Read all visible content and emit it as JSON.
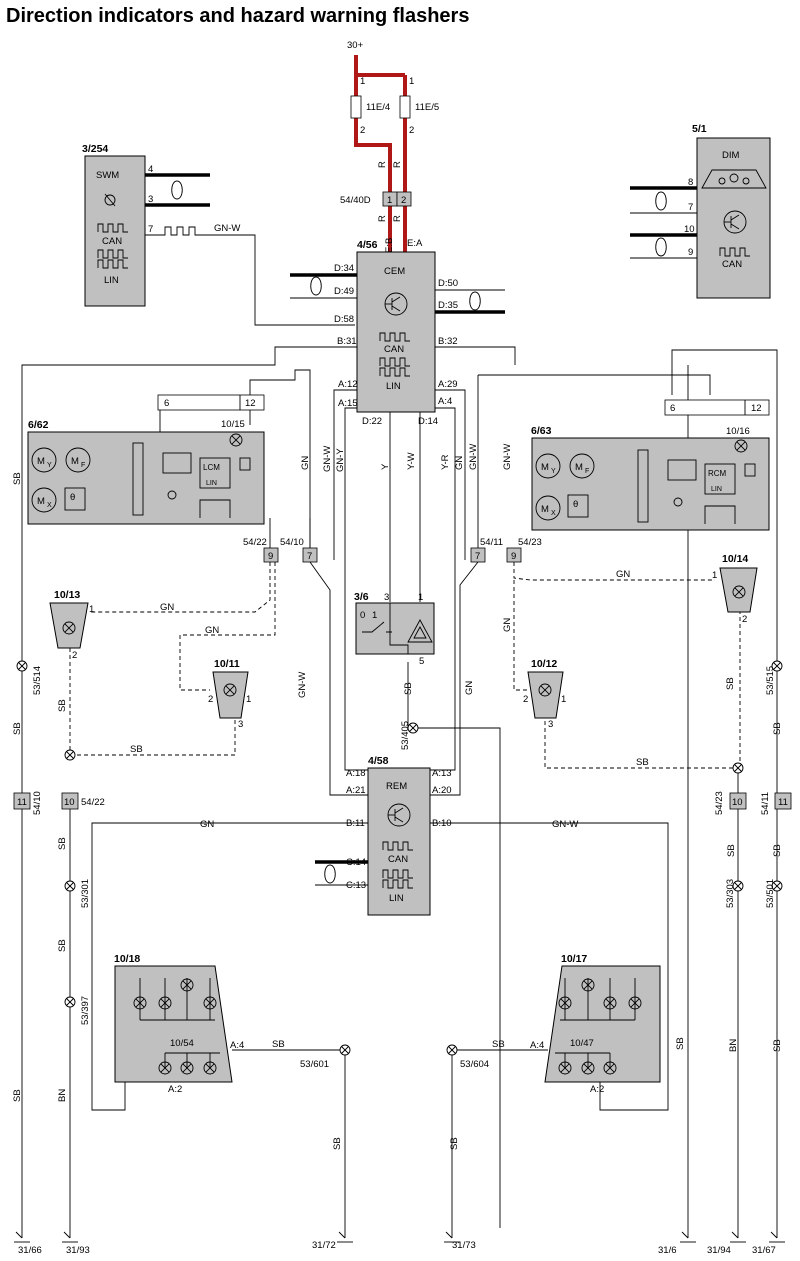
{
  "title": "Direction indicators and hazard warning flashers",
  "supply": {
    "label": "30+",
    "pin1a": "1",
    "pin1b": "1",
    "pin2a": "2",
    "pin2b": "2"
  },
  "fuses": {
    "f1": "11E/4",
    "f2": "11E/5"
  },
  "wire_colors": {
    "r": "R",
    "gn": "GN",
    "gnw": "GN-W",
    "gny": "GN-Y",
    "y": "Y",
    "yw": "Y-W",
    "yr": "Y-R",
    "sb": "SB",
    "bn": "BN"
  },
  "colors": {
    "red_wire": "#b01818",
    "component_fill": "#c0c0c0"
  },
  "connector_5440D": {
    "label": "54/40D",
    "p1": "1",
    "p2": "2"
  },
  "swm": {
    "id": "3/254",
    "name": "SWM",
    "p4": "4",
    "p3": "3",
    "p7": "7",
    "can": "CAN",
    "lin": "LIN"
  },
  "dim": {
    "id": "5/1",
    "name": "DIM",
    "p8": "8",
    "p7": "7",
    "p10": "10",
    "p9": "9",
    "can": "CAN"
  },
  "cem": {
    "id": "4/56",
    "name": "CEM",
    "can": "CAN",
    "lin": "LIN",
    "eb": "E:B",
    "ea": "E:A",
    "d34": "D:34",
    "d49": "D:49",
    "d58": "D:58",
    "b31": "B:31",
    "d50": "D:50",
    "d35": "D:35",
    "b32": "B:32",
    "a12": "A:12",
    "a15": "A:15",
    "a29": "A:29",
    "a4": "A:4",
    "d22": "D:22",
    "d14": "D:14"
  },
  "door_left": {
    "id": "6/62",
    "lamp": "10/15",
    "p6": "6",
    "p12": "12",
    "my": "M",
    "mys": "Y",
    "mf": "M",
    "mfs": "F",
    "mx": "M",
    "mxs": "X",
    "theta": "θ",
    "lcm": "LCM",
    "lin": "LIN"
  },
  "door_right": {
    "id": "6/63",
    "lamp": "10/16",
    "p6": "6",
    "p12": "12",
    "my": "M",
    "mys": "Y",
    "mf": "M",
    "mfs": "F",
    "mx": "M",
    "mxs": "X",
    "theta": "θ",
    "rcm": "RCM",
    "lin": "LIN"
  },
  "connectors_mid": {
    "c5422": "54/22",
    "c5410": "54/10",
    "c5411": "54/11",
    "c5423": "54/23",
    "p9": "9",
    "p7": "7"
  },
  "lamp_1013": {
    "id": "10/13",
    "p1": "1",
    "p2": "2"
  },
  "lamp_1014": {
    "id": "10/14",
    "p1": "1",
    "p2": "2"
  },
  "lamp_1011": {
    "id": "10/11",
    "p1": "1",
    "p2": "2",
    "p3": "3"
  },
  "lamp_1012": {
    "id": "10/12",
    "p1": "1",
    "p2": "2",
    "p3": "3"
  },
  "switch_36": {
    "id": "3/6",
    "p3": "3",
    "p1": "1",
    "p5": "5",
    "s0": "0",
    "s1": "1"
  },
  "splices": {
    "s514": "53/514",
    "s515": "53/515",
    "s405": "53/405",
    "s301": "53/301",
    "s397": "53/397",
    "s303": "53/303",
    "s501": "53/501",
    "s601": "53/601",
    "s604": "53/604"
  },
  "side_connectors": {
    "l11": "11",
    "l5410": "54/10",
    "l10": "10",
    "l5422": "54/22",
    "r5423": "54/23",
    "r10": "10",
    "r5411": "54/11",
    "r11": "11"
  },
  "rem": {
    "id": "4/58",
    "name": "REM",
    "can": "CAN",
    "lin": "LIN",
    "a18": "A:18",
    "a21": "A:21",
    "b11": "B:11",
    "a13": "A:13",
    "a20": "A:20",
    "b10": "B:10",
    "c14": "C:14",
    "c13": "C:13"
  },
  "rear_left": {
    "id": "10/18",
    "sub": "10/54",
    "a4": "A:4",
    "a2": "A:2"
  },
  "rear_right": {
    "id": "10/17",
    "sub": "10/47",
    "a4": "A:4",
    "a2": "A:2"
  },
  "grounds": {
    "g66": "31/66",
    "g93": "31/93",
    "g72": "31/72",
    "g73": "31/73",
    "g6": "31/6",
    "g94": "31/94",
    "g67": "31/67"
  }
}
